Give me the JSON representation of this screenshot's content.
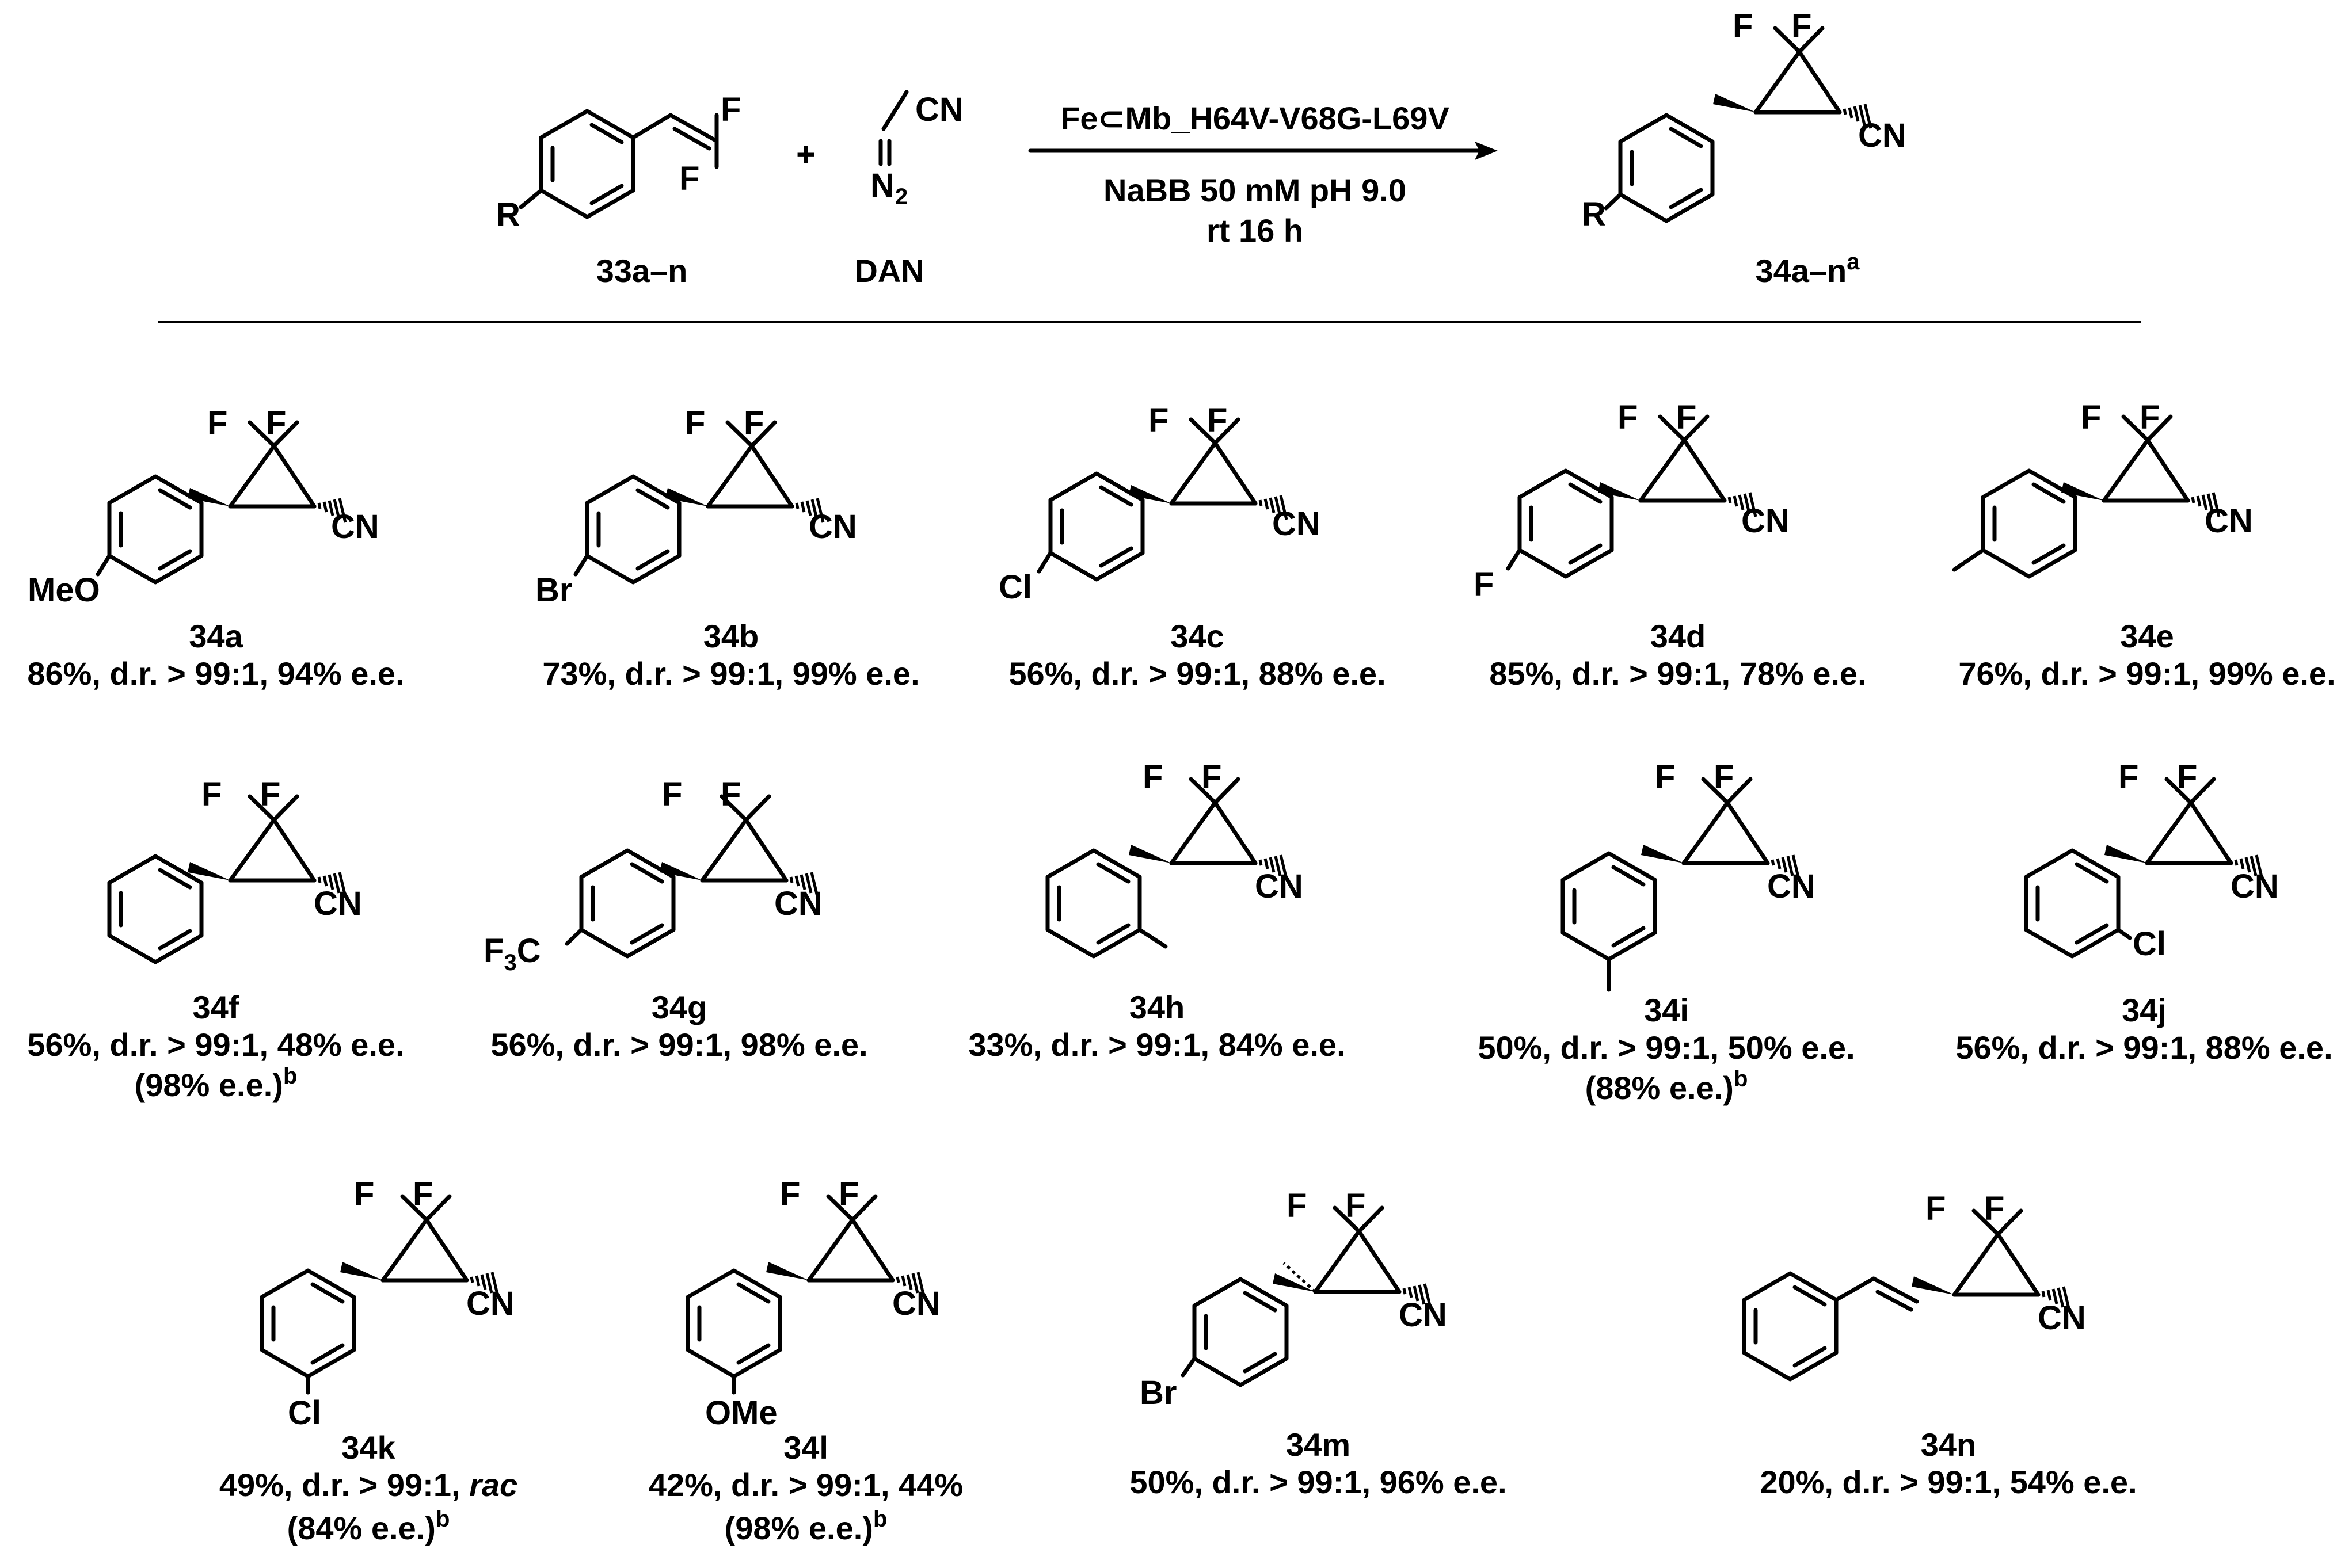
{
  "reaction": {
    "substrate_label": "33a–n",
    "reagent_label": "DAN",
    "product_label": "34a–n",
    "product_label_sup": "a",
    "plus": "+",
    "catalyst": "Fe⊂Mb_H64V-V68G-L69V",
    "conditions_line1": "NaBB 50 mM pH 9.0",
    "conditions_line2": "rt 16 h",
    "atoms": {
      "F": "F",
      "R": "R",
      "CN": "CN",
      "N": "N",
      "sub2": "2"
    }
  },
  "products": [
    {
      "id": "34a",
      "substituent": "MeO",
      "result": "86%, d.r. > 99:1, 94% e.e."
    },
    {
      "id": "34b",
      "substituent": "Br",
      "result": "73%, d.r. > 99:1, 99% e.e."
    },
    {
      "id": "34c",
      "substituent": "Cl",
      "result": "56%, d.r. > 99:1, 88% e.e."
    },
    {
      "id": "34d",
      "substituent": "F",
      "result": "85%, d.r. > 99:1, 78% e.e."
    },
    {
      "id": "34e",
      "substituent": "",
      "result": "76%, d.r. > 99:1, 99% e.e."
    },
    {
      "id": "34f",
      "substituent": "",
      "result": "56%, d.r. > 99:1, 48% e.e.",
      "note": "(98% e.e.)",
      "note_sup": "b"
    },
    {
      "id": "34g",
      "substituent": "F",
      "substituent_sub": "3",
      "substituent_tail": "C",
      "result": "56%, d.r. > 99:1, 98% e.e."
    },
    {
      "id": "34h",
      "substituent": "",
      "result": "33%, d.r. > 99:1, 84% e.e."
    },
    {
      "id": "34i",
      "substituent": "",
      "result": "50%, d.r. > 99:1, 50% e.e.",
      "note": "(88% e.e.)",
      "note_sup": "b"
    },
    {
      "id": "34j",
      "substituent": "Cl",
      "result": "56%, d.r. > 99:1, 88% e.e."
    },
    {
      "id": "34k",
      "substituent": "Cl",
      "result": "49%, d.r. > 99:1, ",
      "result_italic": "rac",
      "note": "(84% e.e.)",
      "note_sup": "b"
    },
    {
      "id": "34l",
      "substituent": "OMe",
      "result": "42%, d.r. > 99:1, 44%",
      "note": "(98% e.e.)",
      "note_sup": "b"
    },
    {
      "id": "34m",
      "substituent": "Br",
      "result": "50%, d.r. > 99:1, 96% e.e."
    },
    {
      "id": "34n",
      "substituent": "",
      "result": "20%, d.r. > 99:1, 54% e.e."
    }
  ]
}
